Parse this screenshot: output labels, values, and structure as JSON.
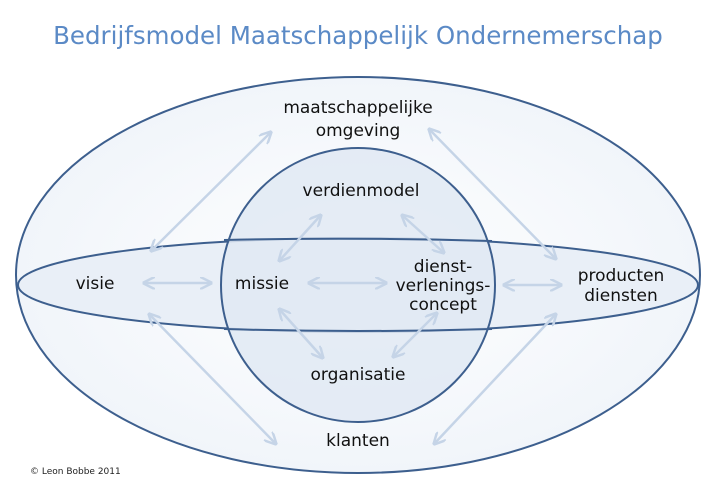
{
  "title": "Bedrijfsmodel Maatschappelijk Ondernemerschap",
  "labels": {
    "maatschappelijke_omgeving": [
      "maatschappelijke",
      "omgeving"
    ],
    "visie": "visie",
    "missie": "missie",
    "verdienmodel": "verdienmodel",
    "dienstverleningsconcept": [
      "dienst-",
      "verlenings-",
      "concept"
    ],
    "organisatie": "organisatie",
    "producten_diensten": [
      "producten",
      "diensten"
    ],
    "klanten": "klanten"
  },
  "copyright": "© Leon Bobbe 2011",
  "colors": {
    "title": "#5b8ac6",
    "outline": "#3d5f8e",
    "arrow": "#c5d4e7"
  }
}
